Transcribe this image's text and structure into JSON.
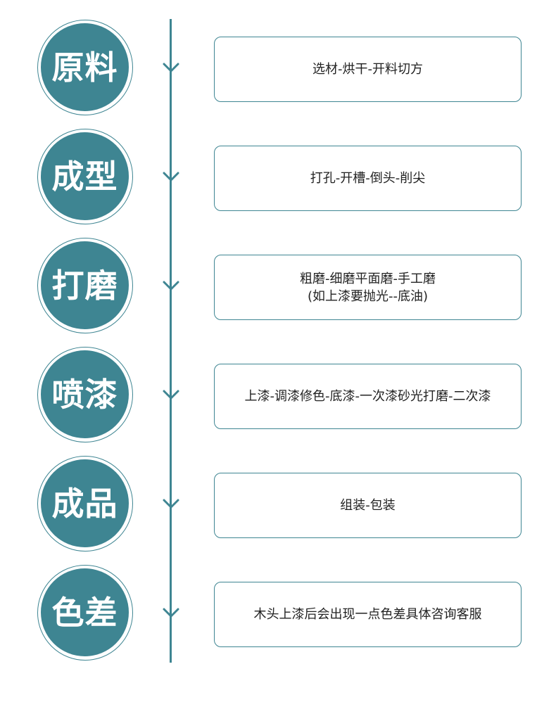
{
  "colors": {
    "accent": "#3e8592",
    "background": "#ffffff",
    "text": "#222222"
  },
  "steps": [
    {
      "title": "原料",
      "description": "选材-烘干-开料切方"
    },
    {
      "title": "成型",
      "description": "打孔-开槽-倒头-削尖"
    },
    {
      "title": "打磨",
      "description": "粗磨-细磨平面磨-手工磨\n(如上漆要抛光--底油)"
    },
    {
      "title": "喷漆",
      "description": "上漆-调漆修色-底漆-一次漆砂光打磨-二次漆"
    },
    {
      "title": "成品",
      "description": "组装-包装"
    },
    {
      "title": "色差",
      "description": "木头上漆后会出现一点色差具体咨询客服"
    }
  ]
}
